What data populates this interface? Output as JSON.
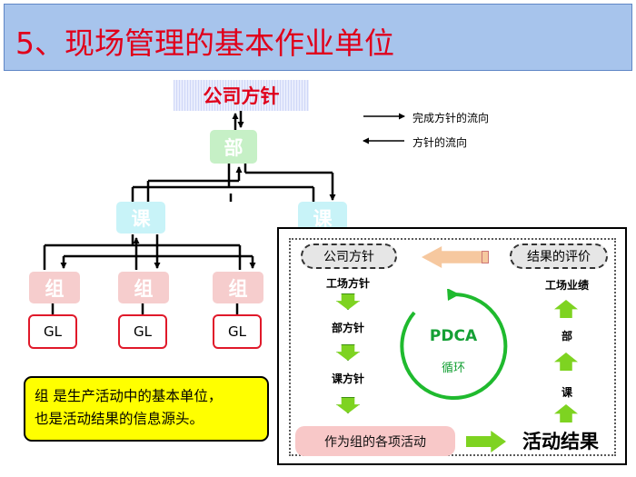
{
  "title": "5、现场管理的基本作业单位",
  "org": {
    "company": "公司方针",
    "department": "部",
    "sections": [
      "课",
      "课"
    ],
    "groups": [
      "组",
      "组",
      "组"
    ],
    "gls": [
      "GL",
      "GL",
      "GL"
    ]
  },
  "legend": {
    "completion_flow": "完成方针的流向",
    "policy_flow": "方针的流向"
  },
  "note": {
    "line1": "组 是生产活动中的基本单位，",
    "line2": "也是活动结果的信息源头。"
  },
  "pdca_panel": {
    "company_policy": "公司方针",
    "evaluation": "结果的评价",
    "factory_policy": "工场方针",
    "dept_policy": "部方针",
    "section_policy": "课方针",
    "factory_results": "工场业绩",
    "dept": "部",
    "section": "课",
    "pdca": "PDCA",
    "cycle": "循环",
    "group_activities": "作为组的各项活动",
    "activity_results": "活动结果"
  },
  "colors": {
    "title_text": "#e0001b",
    "title_bg": "#a7c4ec",
    "note_bg": "#ffff00",
    "pdca_green": "#15a035",
    "arrow_green": "#7ed321"
  }
}
